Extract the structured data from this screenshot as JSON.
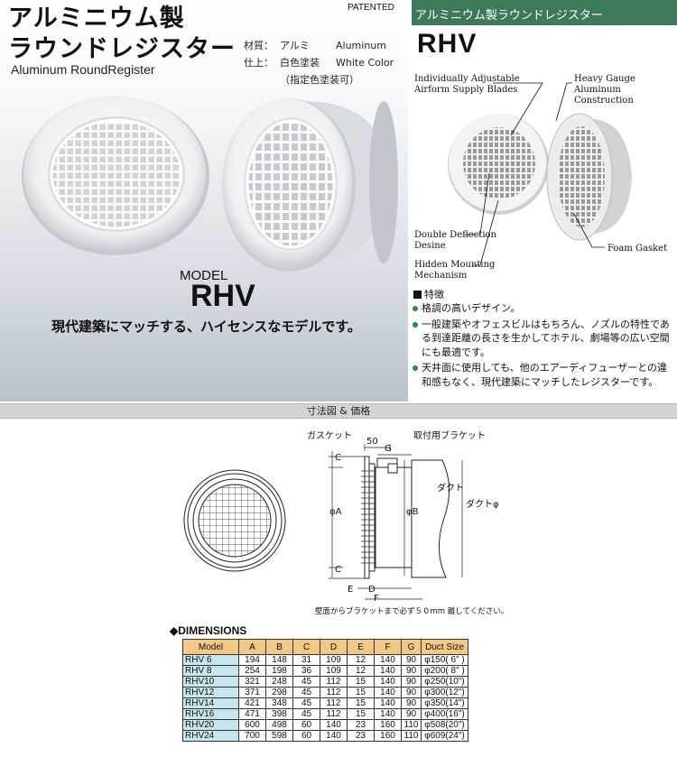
{
  "hero": {
    "title_line1": "アルミニウム製",
    "title_line2": "ラウンドレジスター",
    "subtitle": "Aluminum RoundRegister",
    "spec": {
      "material_label": "材質：",
      "material_jp": "アルミ",
      "material_en": "Aluminum",
      "finish_label": "仕上：",
      "finish_jp": "白色塗装",
      "finish_en": "White Color",
      "finish_note": "（指定色塗装可）"
    },
    "model_label": "MODEL",
    "model_name": "RHV",
    "tagline": "現代建築にマッチする、ハイセンスなモデルです。"
  },
  "patented": "PATENTED",
  "right": {
    "header": "アルミニウム製ラウンドレジスター",
    "title": "RHV",
    "callouts": {
      "blades": [
        "Individually Adjustable",
        "Airform Supply Blades"
      ],
      "construction": [
        "Heavy Gauge Aluminum",
        "Construction"
      ],
      "deflection": [
        "Double Deflection",
        "Desine"
      ],
      "gasket": "Foam Gasket",
      "mounting": [
        "Hidden Mounting",
        "Mechanism"
      ]
    },
    "features_heading": "特徴",
    "features": [
      "格調の高いデザイン。",
      "一般建築やオフェスビルはもちろん、ノズルの特性である到達距離の長さを生かしてホテル、劇場等の広い空間にも最適です。",
      "天井面に使用しても、他のエアーディフューザーとの違和感もなく、現代建築にマッチしたレジスターです。"
    ]
  },
  "section_title": "寸法図 & 価格",
  "drawing": {
    "gasket": "ガスケット",
    "bracket": "取付用ブラケット",
    "dim_50": "50",
    "dim_g": "G",
    "dim_c_top": "C",
    "dim_c_bottom": "C",
    "dim_a": "φA",
    "dim_b": "φB",
    "duct": "ダクト",
    "duct_phi": "ダクトφ",
    "dim_e": "E",
    "dim_d": "D",
    "dim_f": "F",
    "note": "壁面からブラケットまで必ず５０mm 離してください。"
  },
  "dimensions_heading": "◆DIMENSIONS",
  "table": {
    "headers": [
      "Model",
      "A",
      "B",
      "C",
      "D",
      "E",
      "F",
      "G",
      "Duct Size"
    ],
    "rows": [
      [
        "RHV  6",
        "194",
        "148",
        "31",
        "109",
        "12",
        "140",
        "90",
        "φ150( 6\" )"
      ],
      [
        "RHV  8",
        "254",
        "198",
        "36",
        "109",
        "12",
        "140",
        "90",
        "φ200( 8\" )"
      ],
      [
        "RHV10",
        "321",
        "248",
        "45",
        "112",
        "15",
        "140",
        "90",
        "φ250(10\")"
      ],
      [
        "RHV12",
        "371",
        "298",
        "45",
        "112",
        "15",
        "140",
        "90",
        "φ300(12\")"
      ],
      [
        "RHV14",
        "421",
        "348",
        "45",
        "112",
        "15",
        "140",
        "90",
        "φ350(14\")"
      ],
      [
        "RHV16",
        "471",
        "398",
        "45",
        "112",
        "15",
        "140",
        "90",
        "φ400(16\")"
      ],
      [
        "RHV20",
        "600",
        "498",
        "60",
        "140",
        "23",
        "160",
        "110",
        "φ508(20\")"
      ],
      [
        "RHV24",
        "700",
        "598",
        "60",
        "140",
        "23",
        "160",
        "110",
        "φ609(24\")"
      ]
    ]
  },
  "colors": {
    "header_green": "#3d7a58",
    "bullet_green": "#2f8a3a",
    "table_header": "#f3c886",
    "table_model": "#c7e6ee"
  }
}
